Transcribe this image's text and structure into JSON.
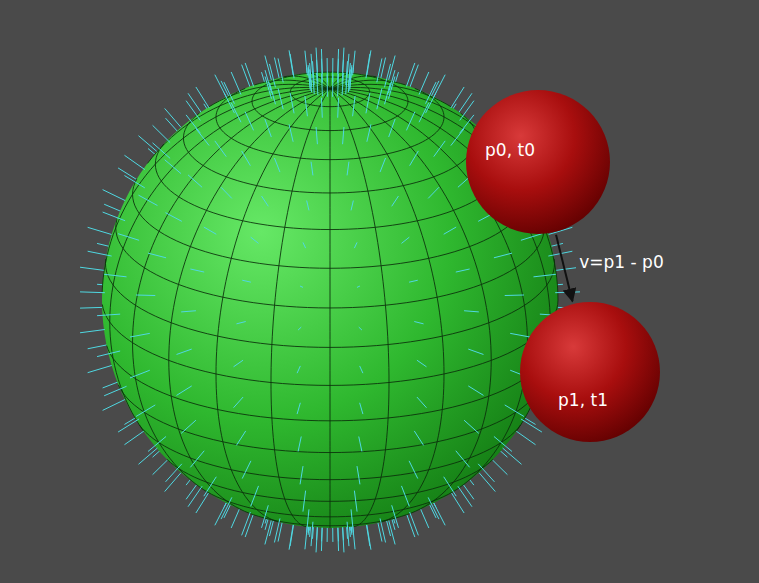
{
  "diagram": {
    "nodes": [
      {
        "text": [
          "p0, t0"
        ]
      },
      {
        "text": [
          "p1, t1"
        ]
      }
    ],
    "edges": [
      {
        "from": 0,
        "to": 1,
        "arrow": "to",
        "label": "v=p1 - p0"
      }
    ]
  }
}
